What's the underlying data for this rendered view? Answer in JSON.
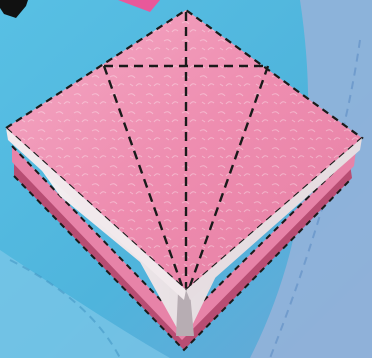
{
  "diagram": {
    "subject": "origami-fold-step",
    "colors": {
      "background": "#4fb8de",
      "background_light": "#8fd0ec",
      "background_right": "#9ab4d9",
      "paper_pink": "#ef8fb1",
      "paper_pink_light": "#f7b7cd",
      "paper_pink_edge": "#c9587f",
      "paper_white": "#f3eef0",
      "paper_white_shadow": "#c8bfc4",
      "fold_line": "#1a1a1a",
      "arrow_accent": "#e8589a",
      "step_marker": "#111111"
    },
    "icons": [
      "arrow-hint-icon",
      "step-marker-icon"
    ],
    "fold_lines": [
      "left-diagonal",
      "right-diagonal",
      "center-vertical",
      "horizontal-crease",
      "outline"
    ]
  }
}
